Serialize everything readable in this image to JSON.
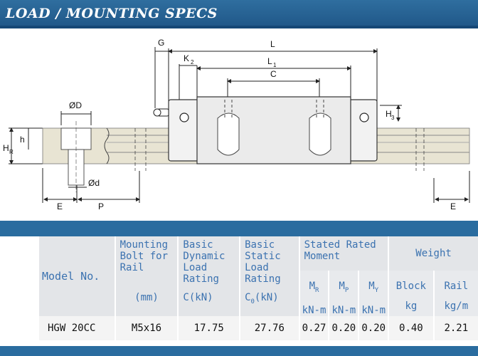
{
  "header": {
    "title": "LOAD / MOUNTING SPECS"
  },
  "drawing": {
    "labels": {
      "G": "G",
      "L": "L",
      "K2": "K",
      "K2_sub": "2",
      "L1": "L",
      "L1_sub": "1",
      "C": "C",
      "phiD": "ØD",
      "phid": "Ød",
      "H3": "H",
      "H3_sub": "3",
      "HR": "H",
      "HR_sub": "R",
      "h": "h",
      "E_left": "E",
      "P": "P",
      "E_right": "E"
    }
  },
  "table": {
    "model_header": "Model No.",
    "bolt_header": [
      "Mounting",
      "Bolt for",
      "Rail"
    ],
    "bolt_unit": "(mm)",
    "dynamic_header": [
      "Basic",
      "Dynamic",
      "Load",
      "Rating"
    ],
    "dynamic_unit": "C(kN)",
    "static_header": [
      "Basic",
      "Static",
      "Load",
      "Rating"
    ],
    "static_unit_main": "C",
    "static_unit_sub": "0",
    "static_unit_tail": "(kN)",
    "moment_header": [
      "Stated Rated",
      "Moment"
    ],
    "moments": [
      {
        "sym": "M",
        "sub": "R",
        "unit": "kN-m"
      },
      {
        "sym": "M",
        "sub": "P",
        "unit": "kN-m"
      },
      {
        "sym": "M",
        "sub": "Y",
        "unit": "kN-m"
      }
    ],
    "weight_header": "Weight",
    "block_header": "Block",
    "block_unit": "kg",
    "rail_header": "Rail",
    "rail_unit": "kg/m",
    "row": {
      "model": "HGW 20CC",
      "bolt": "M5x16",
      "dynamic": "17.75",
      "static": "27.76",
      "mr": "0.27",
      "mp": "0.20",
      "my": "0.20",
      "block": "0.40",
      "rail": "2.21"
    }
  },
  "colors": {
    "header_blue": "#2a6c9f",
    "text_blue": "#3b72b0",
    "rail_cream": "#e8e4d3"
  }
}
